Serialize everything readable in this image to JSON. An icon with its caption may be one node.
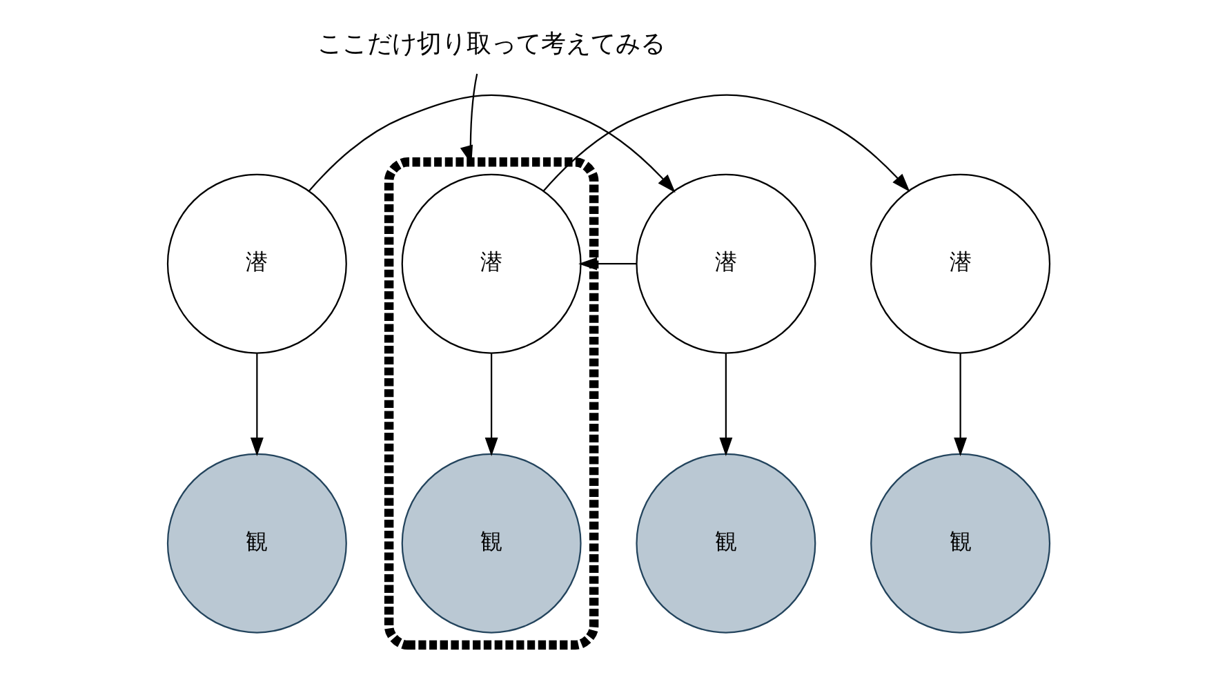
{
  "diagram": {
    "nodes": [
      {
        "text": [
          "ここだけ切り取って考えてみる"
        ]
      },
      {
        "text": [
          "潜"
        ]
      },
      {
        "text": [
          "潜"
        ]
      },
      {
        "text": [],
        "shape": "box"
      },
      {
        "text": [
          "潜"
        ],
        "in": 3
      },
      {
        "text": [
          "潜"
        ]
      },
      {
        "text": [
          "観"
        ]
      },
      {
        "text": [
          "観"
        ]
      },
      {
        "text": [
          "観"
        ],
        "in": 3
      },
      {
        "text": [
          "観"
        ]
      }
    ],
    "edges": [
      {
        "from": 1,
        "to": 2,
        "arrow": "to"
      },
      {
        "from": 2,
        "to": 4,
        "arrow": "to"
      },
      {
        "from": 4,
        "to": 5,
        "arrow": "to"
      },
      {
        "from": 1,
        "to": 6,
        "arrow": "to"
      },
      {
        "from": 2,
        "to": 7,
        "arrow": "to"
      },
      {
        "from": 4,
        "to": 8,
        "arrow": "to"
      },
      {
        "from": 5,
        "to": 9,
        "arrow": "to"
      },
      {
        "from": 0,
        "to": 3,
        "arrow": "to"
      }
    ]
  }
}
